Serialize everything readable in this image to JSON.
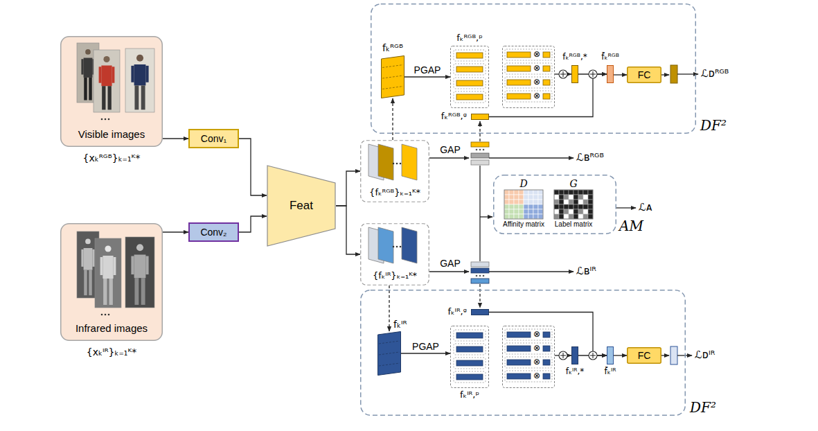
{
  "diagram": {
    "nodes": [
      {
        "text": [
          "Visible images",
          "{xₖᴿᴳᴮ}ₖ₌₁ᴷ*"
        ]
      },
      {
        "text": [
          "Infrared images",
          "{xₖᴵᴿ}ₖ₌₁ᴷ*"
        ]
      },
      {
        "text": [
          "Conv₁"
        ]
      },
      {
        "text": [
          "Conv₂"
        ]
      },
      {
        "text": [
          "Feat"
        ]
      },
      {
        "text": [
          "{fₖᴿᴳᴮ}ₖ₌₁ᴷ*"
        ]
      },
      {
        "text": [
          "{fₖᴵᴿ}ₖ₌₁ᴷ*"
        ]
      },
      {
        "text": [
          "DF²"
        ]
      },
      {
        "text": [
          "fₖᴿᴳᴮ"
        ],
        "in": 7
      },
      {
        "text": [
          "fₖᴿᴳᴮ,ᵖ"
        ],
        "in": 7
      },
      {
        "text": [
          "⊗",
          "⊗",
          "⊗",
          "⊗"
        ],
        "in": 7
      },
      {
        "text": [
          "fₖᴿᴳᴮ,*"
        ],
        "in": 7
      },
      {
        "text": [
          "f̃ₖᴿᴳᴮ"
        ],
        "in": 7
      },
      {
        "text": [
          "FC"
        ],
        "in": 7
      },
      {
        "text": [
          "fₖᴿᴳᴮ,ᵍ"
        ],
        "in": 7
      },
      {
        "text": [
          "AM"
        ]
      },
      {
        "text": [
          "D",
          "Affinity matrix"
        ],
        "in": 15
      },
      {
        "text": [
          "G",
          "Label matrix"
        ],
        "in": 15
      },
      {
        "text": [
          "DF²"
        ]
      },
      {
        "text": [
          "fₖᴵᴿ"
        ],
        "in": 18
      },
      {
        "text": [
          "fₖᴵᴿ,ᵖ"
        ],
        "in": 18
      },
      {
        "text": [
          "⊗",
          "⊗",
          "⊗",
          "⊗"
        ],
        "in": 18
      },
      {
        "text": [
          "fₖᴵᴿ,*"
        ],
        "in": 18
      },
      {
        "text": [
          "f̃ₖᴵᴿ"
        ],
        "in": 18
      },
      {
        "text": [
          "FC"
        ],
        "in": 18
      },
      {
        "text": [
          "fₖᴵᴿ,ᵍ"
        ],
        "in": 18
      }
    ],
    "edges": [
      {
        "from": 0,
        "to": 2,
        "arrow": "to"
      },
      {
        "from": 1,
        "to": 3,
        "arrow": "to"
      },
      {
        "from": 2,
        "to": 4,
        "arrow": "to"
      },
      {
        "from": 3,
        "to": 4,
        "arrow": "to"
      },
      {
        "from": 4,
        "to": 5,
        "arrow": "to"
      },
      {
        "from": 4,
        "to": 6,
        "arrow": "to"
      },
      {
        "from": 5,
        "to": 8,
        "arrow": "to"
      },
      {
        "from": 8,
        "to": 9,
        "label": "PGAP",
        "arrow": "to"
      },
      {
        "from": 10,
        "to": 11,
        "arrow": "to"
      },
      {
        "from": 11,
        "to": 12,
        "arrow": "to"
      },
      {
        "from": 14,
        "to": 12,
        "arrow": "to"
      },
      {
        "from": 12,
        "to": 13,
        "arrow": "to"
      },
      {
        "from": 6,
        "to": 19,
        "arrow": "to"
      },
      {
        "from": 19,
        "to": 20,
        "label": "PGAP",
        "arrow": "to"
      },
      {
        "from": 21,
        "to": 22,
        "arrow": "to"
      },
      {
        "from": 22,
        "to": 23,
        "arrow": "to"
      },
      {
        "from": 25,
        "to": 23,
        "arrow": "to"
      },
      {
        "from": 23,
        "to": 24,
        "arrow": "to"
      }
    ],
    "labels": [
      "GAP",
      "ℒʙᴿᴳᴮ",
      "ℒᴅᴿᴳᴮ",
      "ℒᴀ",
      "GAP",
      "ℒʙᴵᴿ",
      "ℒᴅᴵᴿ"
    ]
  }
}
